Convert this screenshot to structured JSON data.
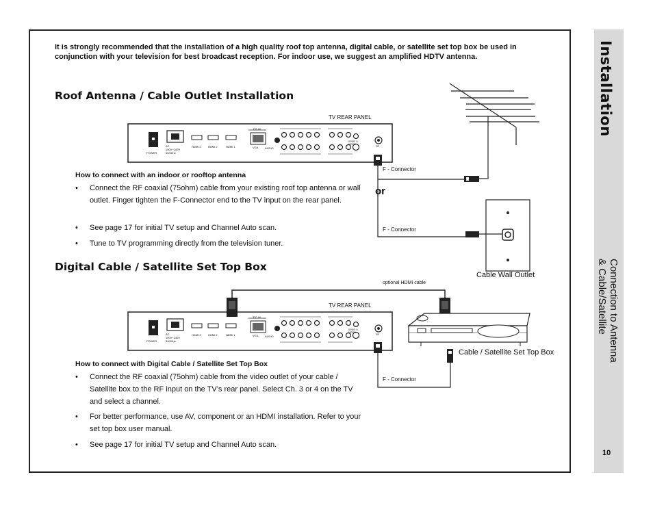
{
  "intro": "It is strongly recommended that the installation of a high quality roof top antenna, digital cable, or satellite set top box be used in conjunction with your television for best broadcast reception. For indoor use, we suggest an amplified HDTV antenna.",
  "section1": {
    "title": "Roof Antenna / Cable Outlet Installation",
    "subtitle": "How to connect with an indoor or rooftop antenna",
    "bullets": [
      "Connect the RF coaxial (75ohm) cable from your existing roof top antenna or wall outlet. Finger tighten the F-Connector end to the TV input on the rear panel.",
      "See page 17 for initial TV setup and Channel Auto scan.",
      "Tune to TV programming directly from the television tuner."
    ]
  },
  "section2": {
    "title": "Digital Cable / Satellite Set Top Box",
    "subtitle": "How to connect with Digital Cable / Satellite Set Top Box",
    "bullets": [
      "Connect the RF coaxial (75ohm) cable from the video outlet of your cable / Satellite box to the RF input on the TV’s rear panel. Select Ch. 3 or 4 on the TV and select a channel.",
      "For better performance, use AV, component or an HDMI installation. Refer to your set top box user manual.",
      "See page 17 for initial TV setup and Channel Auto scan."
    ]
  },
  "labels": {
    "tv_rear_panel": "TV REAR PANEL",
    "f_connector": "F - Connector",
    "or": "or",
    "cable_wall_outlet": "Cable Wall Outlet",
    "optional_hdmi": "optional HDMI cable",
    "set_top_box": "Cable / Satellite Set Top Box",
    "power": "POWER",
    "ac": "AC 100V~240V 50/60Hz",
    "hdmi3": "HDMI 3",
    "hdmi2": "HDMI 2",
    "hdmi1": "HDMI 1",
    "pc_in": "PC IN",
    "vga": "VGA",
    "audio": "AUDIO",
    "rf": "RF",
    "spdif": "SPDIF S-VIDEO"
  },
  "sidebar": {
    "title": "Installation",
    "subtitle_line1": "Connection to Antenna",
    "subtitle_line2": "& Cable/Satellite"
  },
  "page_number": "10",
  "bullet_symbol": "•"
}
